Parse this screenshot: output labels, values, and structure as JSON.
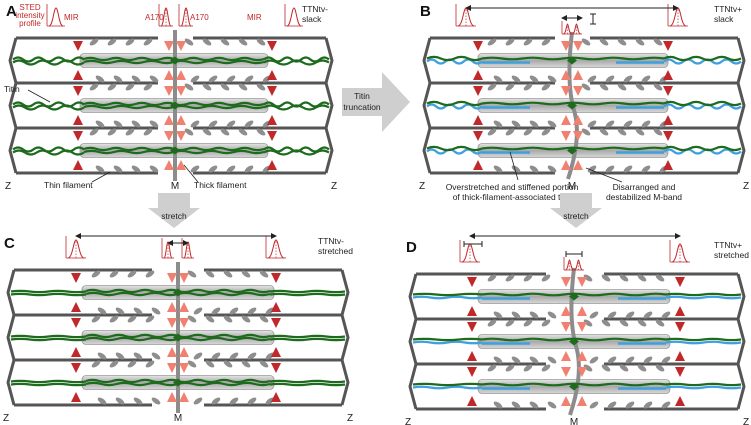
{
  "panels": [
    {
      "letter": "A",
      "title": "TTNtv-\nslack"
    },
    {
      "letter": "B",
      "title": "TTNtv+\nslack"
    },
    {
      "letter": "C",
      "title": "TTNtv-\nstretched"
    },
    {
      "letter": "D",
      "title": "TTNtv+\nstretched"
    }
  ],
  "labels": {
    "sted": "STED\nintensity\nprofile",
    "mir": "MIR",
    "a170": "A170",
    "titin": "Titin",
    "thin_filament": "Thin filament",
    "thick_filament": "Thick filament",
    "z": "Z",
    "m": "M",
    "titin_truncation": "Titin\ntruncation",
    "stretch": "stretch",
    "overstretched": "Overstretched and stiffened portion\nof thick-filament-associated titin",
    "disarranged": "Disarranged and\ndestabilized M-band"
  },
  "colors": {
    "titin_green": "#1e6b1e",
    "titin_blue": "#3fa0e0",
    "marker_red": "#c0282a",
    "marker_salmon": "#f08070",
    "frame_gray": "#555555",
    "thick_filament": "#bdbdbd",
    "myosin_head": "#8e8e8e",
    "arrow_gray": "#cfcfcf"
  }
}
